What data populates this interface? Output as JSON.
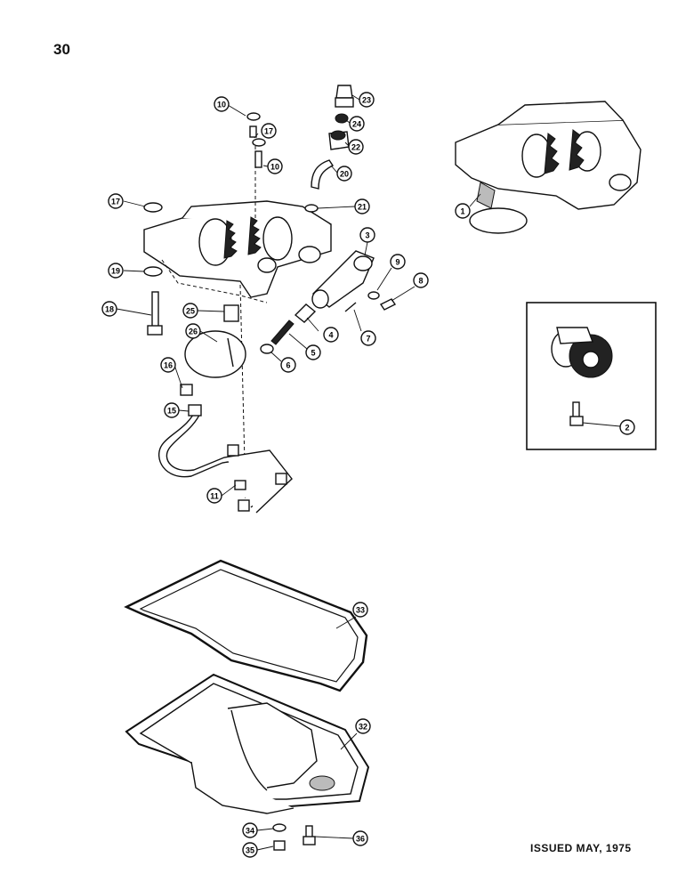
{
  "page_number": "30",
  "footer": "ISSUED MAY, 1975",
  "callouts": [
    {
      "id": "c1",
      "label": "1"
    },
    {
      "id": "c2",
      "label": "2"
    },
    {
      "id": "c3",
      "label": "3"
    },
    {
      "id": "c4",
      "label": "4"
    },
    {
      "id": "c5",
      "label": "5"
    },
    {
      "id": "c6",
      "label": "6"
    },
    {
      "id": "c7",
      "label": "7"
    },
    {
      "id": "c8",
      "label": "8"
    },
    {
      "id": "c9",
      "label": "9"
    },
    {
      "id": "c10a",
      "label": "10"
    },
    {
      "id": "c10b",
      "label": "10"
    },
    {
      "id": "c11",
      "label": "11"
    },
    {
      "id": "c15",
      "label": "15"
    },
    {
      "id": "c16",
      "label": "16"
    },
    {
      "id": "c17a",
      "label": "17"
    },
    {
      "id": "c17b",
      "label": "17"
    },
    {
      "id": "c18",
      "label": "18"
    },
    {
      "id": "c19",
      "label": "19"
    },
    {
      "id": "c20",
      "label": "20"
    },
    {
      "id": "c21",
      "label": "21"
    },
    {
      "id": "c22",
      "label": "22"
    },
    {
      "id": "c23",
      "label": "23"
    },
    {
      "id": "c24",
      "label": "24"
    },
    {
      "id": "c25",
      "label": "25"
    },
    {
      "id": "c26",
      "label": "26"
    },
    {
      "id": "c32",
      "label": "32"
    },
    {
      "id": "c33",
      "label": "33"
    },
    {
      "id": "c34",
      "label": "34"
    },
    {
      "id": "c35",
      "label": "35"
    },
    {
      "id": "c36",
      "label": "36"
    }
  ]
}
